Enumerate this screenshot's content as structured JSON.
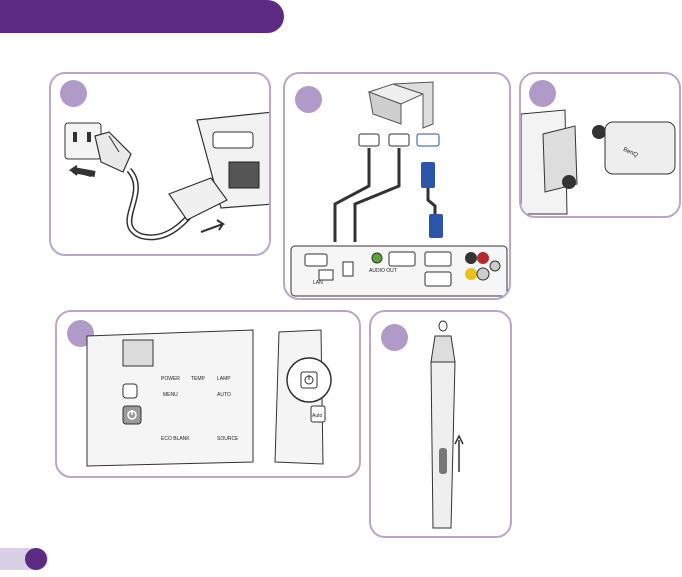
{
  "brand": "BenQ",
  "colors": {
    "accent": "#5c2a83",
    "panel_border": "#b9a6cc",
    "badge": "#b09ac8",
    "cable_blue": "#2a55a8",
    "button_gray": "#9a9a9a"
  },
  "control_panel": {
    "labels": [
      "POWER",
      "TEMP",
      "LAMP"
    ],
    "buttons": [
      "MENU",
      "AUTO",
      "SOURCE",
      "ECO BLANK"
    ]
  },
  "remote": {
    "label": "Auto"
  },
  "connector_labels": [
    "LAN",
    "AUDIO OUT"
  ],
  "icons": [
    "power-plug-icon",
    "power-button-icon",
    "computer-icon",
    "pen-icon",
    "arrow-up-icon"
  ]
}
